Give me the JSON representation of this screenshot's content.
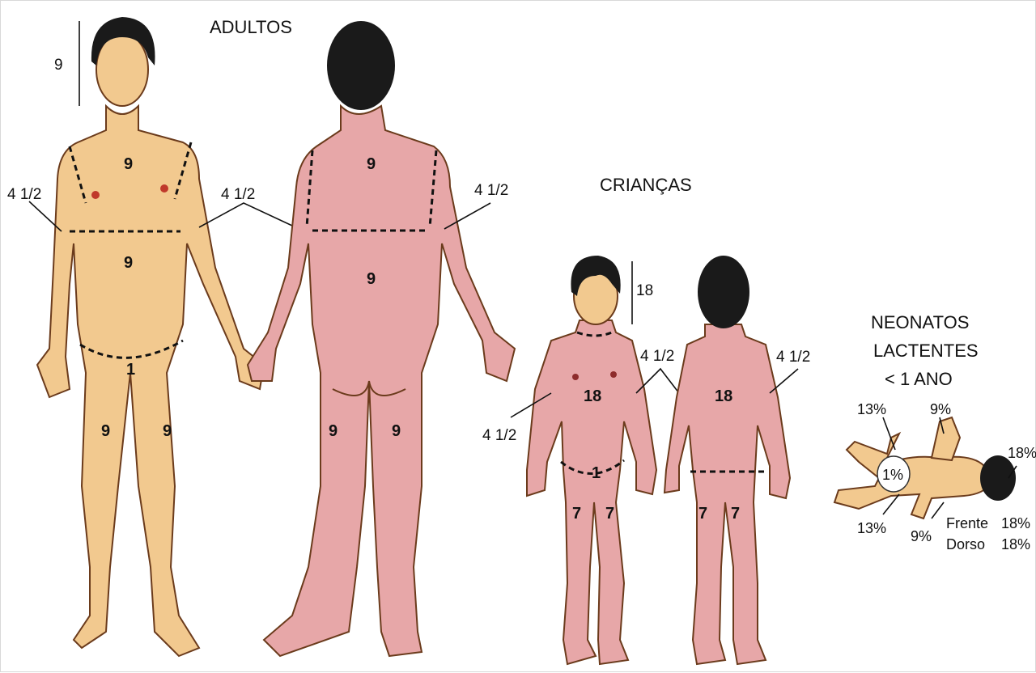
{
  "titles": {
    "adults": "ADULTOS",
    "children": "CRIANÇAS",
    "neonates_line1": "NEONATOS",
    "neonates_line2": "LACTENTES",
    "neonates_line3": "< 1 ANO"
  },
  "adult_front": {
    "head": "9",
    "chest": "9",
    "abdomen": "9",
    "genital": "1",
    "leg_left": "9",
    "leg_right": "9",
    "arm_left": "4 1/2",
    "arm_right": "4 1/2"
  },
  "adult_back": {
    "upper_back": "9",
    "lower_back": "9",
    "leg_left": "9",
    "leg_right": "9",
    "arm_right": "4 1/2"
  },
  "child_front": {
    "head": "18",
    "trunk": "18",
    "genital": "1",
    "leg_left": "7",
    "leg_right": "7",
    "arm_left": "4 1/2",
    "arm_right": "4 1/2"
  },
  "child_back": {
    "trunk": "18",
    "leg_left": "7",
    "leg_right": "7",
    "arm_right": "4 1/2"
  },
  "infant": {
    "arm_top": "13%",
    "leg_top": "9%",
    "head": "18%",
    "genital": "1%",
    "arm_bottom": "13%",
    "leg_bottom": "9%",
    "front_label": "Frente",
    "front_value": "18%",
    "back_label": "Dorso",
    "back_value": "18%"
  },
  "colors": {
    "skin": "#f2c98f",
    "skin_back": "#e7a7a8",
    "outline": "#6b3b1c",
    "hair": "#1a1a1a"
  }
}
